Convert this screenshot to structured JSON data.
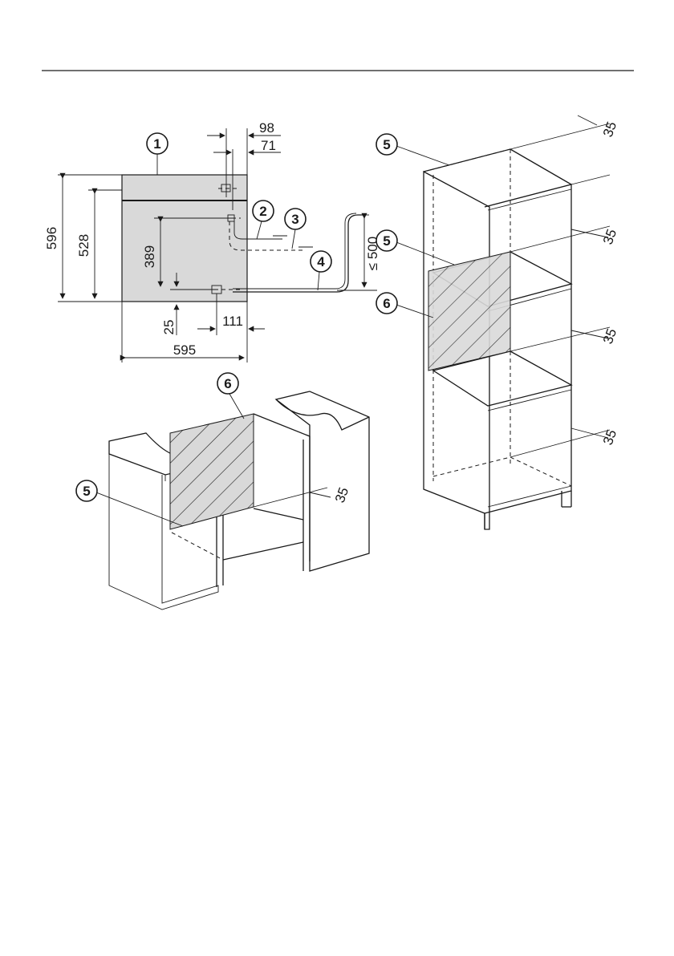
{
  "front_view": {
    "dimensions": {
      "height_total": "596",
      "height_inner": "528",
      "height_connection": "389",
      "bottom_offset": "25",
      "width_total": "595",
      "right_offset": "111",
      "top_offset_a": "98",
      "top_offset_b": "71",
      "pipe_length": "≤ 500"
    },
    "callouts": [
      "1",
      "2",
      "3",
      "4"
    ]
  },
  "tall_cabinet": {
    "callouts": [
      "5",
      "5",
      "6"
    ],
    "gaps": [
      "35",
      "35",
      "35",
      "35"
    ]
  },
  "base_cabinet": {
    "callouts": [
      "6",
      "5"
    ],
    "gaps": [
      "35"
    ]
  }
}
